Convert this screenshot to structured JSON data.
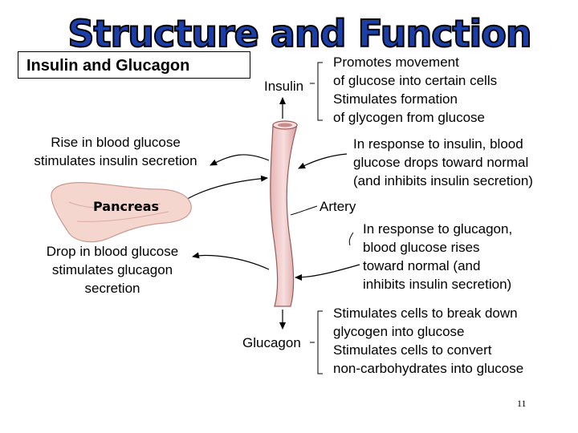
{
  "title": "Structure and Function",
  "subtitle": "Insulin and Glucagon",
  "labels": {
    "insulin": "Insulin",
    "glucagon": "Glucagon",
    "artery": "Artery",
    "pancreas": "Pancreas",
    "rise": [
      "Rise in blood glucose",
      "stimulates insulin secretion"
    ],
    "drop": [
      "Drop in blood glucose",
      "stimulates glucagon",
      "secretion"
    ],
    "insulin_effects": [
      "Promotes movement",
      "of glucose into certain cells",
      "Stimulates formation",
      "of glycogen from glucose"
    ],
    "insulin_response": [
      "In response to insulin, blood",
      "glucose drops toward normal",
      "(and inhibits insulin secretion)"
    ],
    "glucagon_response": [
      "In response to glucagon,",
      "blood glucose rises",
      "toward normal (and",
      "inhibits insulin secretion)"
    ],
    "glucagon_effects": [
      "Stimulates cells to break down",
      "glycogen into glucose",
      "Stimulates cells to convert",
      "non-carbohydrates into glucose"
    ]
  },
  "page_number": "11",
  "colors": {
    "title_fill": "#1a3fa8",
    "title_outline": "#000000",
    "artery_fill": "#f2c9c9",
    "artery_stroke": "#9a5a5a",
    "pancreas_fill": "#f5d6cf"
  }
}
